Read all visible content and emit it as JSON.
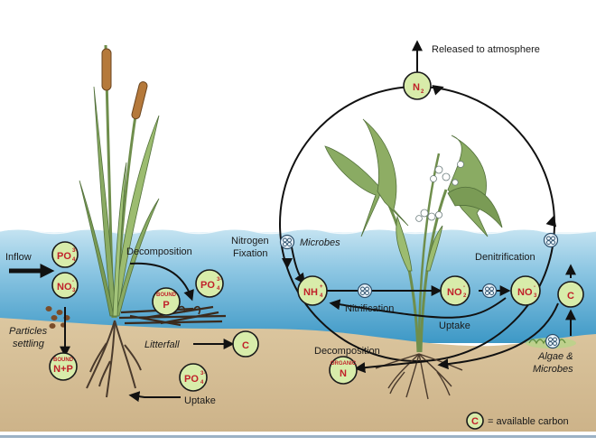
{
  "labels": {
    "inflow": "Inflow",
    "particles_settling_1": "Particles",
    "particles_settling_2": "settling",
    "decomposition_left": "Decomposition",
    "litterfall": "Litterfall",
    "uptake_left": "Uptake",
    "nitrogen_fixation_1": "Nitrogen",
    "nitrogen_fixation_2": "Fixation",
    "microbes": "Microbes",
    "nitrification": "Nitrification",
    "denitrification": "Denitrification",
    "uptake_right": "Uptake",
    "decomposition_right": "Decomposition",
    "algae_microbes_1": "Algae &",
    "algae_microbes_2": "Microbes",
    "released": "Released to atmosphere",
    "legend": "= available carbon"
  },
  "nodes": {
    "po4": {
      "main": "PO",
      "sub": "4",
      "sup": "3-"
    },
    "no3": {
      "main": "NO",
      "sub": "3",
      "sup": "-"
    },
    "n_p": {
      "small": "BOUND",
      "main": "N+P"
    },
    "bound_p": {
      "small": "BOUND",
      "main": "P"
    },
    "carbon": "C",
    "nh4": {
      "main": "NH",
      "sub": "4",
      "sup": "+"
    },
    "no2": {
      "main": "NO",
      "sub": "2",
      "sup": "-"
    },
    "n2": {
      "main": "N",
      "sub": "2"
    },
    "organic_n": {
      "small": "ORGANIC",
      "main": "N"
    }
  },
  "colors": {
    "water_top": "#a9d6ec",
    "water_bottom": "#3f9bc9",
    "sediment": "#d6bf96",
    "node_fill": "#d8ecaa",
    "chem_text": "#c0202a",
    "plant_green": "#8aab63",
    "cattail": "#b5793b",
    "root": "#4a3a2c"
  },
  "icons": [
    "microbe-icon",
    "cattail-plant",
    "arrowhead-plant",
    "litter-debris",
    "particle-dots",
    "roots"
  ]
}
